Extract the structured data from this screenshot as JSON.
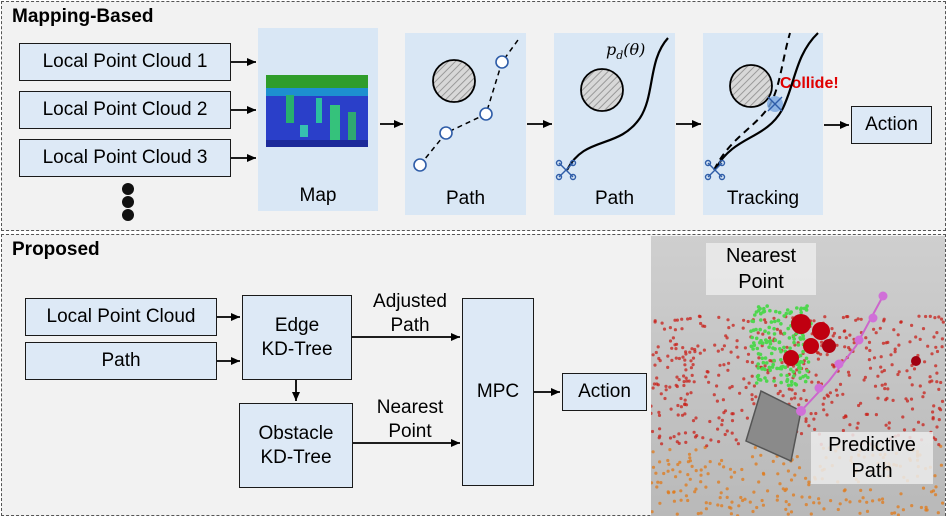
{
  "top": {
    "title": "Mapping-Based",
    "inputs": [
      "Local Point Cloud 1",
      "Local Point Cloud 2",
      "Local Point Cloud 3"
    ],
    "stages": [
      "Map",
      "Path",
      "Path",
      "Tracking"
    ],
    "action": "Action",
    "path_symbol": "p",
    "path_subscript": "d",
    "path_arg": "(θ)",
    "collide": "Collide!"
  },
  "bottom": {
    "title": "Proposed",
    "inputs": [
      "Local Point Cloud",
      "Path"
    ],
    "edge_tree": [
      "Edge",
      "KD-Tree"
    ],
    "obstacle_tree": [
      "Obstacle",
      "KD-Tree"
    ],
    "adjusted_path": [
      "Adjusted",
      "Path"
    ],
    "nearest_point": [
      "Nearest",
      "Point"
    ],
    "mpc": "MPC",
    "action": "Action",
    "photo_tags": {
      "nearest_point": [
        "Nearest",
        "Point"
      ],
      "predictive_path": [
        "Predictive",
        "Path"
      ]
    }
  },
  "colors": {
    "box_fill": "#dde9f6",
    "stage_fill": "#d9e7f5",
    "collide": "#e00000",
    "panel_bg": "#f2f2f2"
  }
}
